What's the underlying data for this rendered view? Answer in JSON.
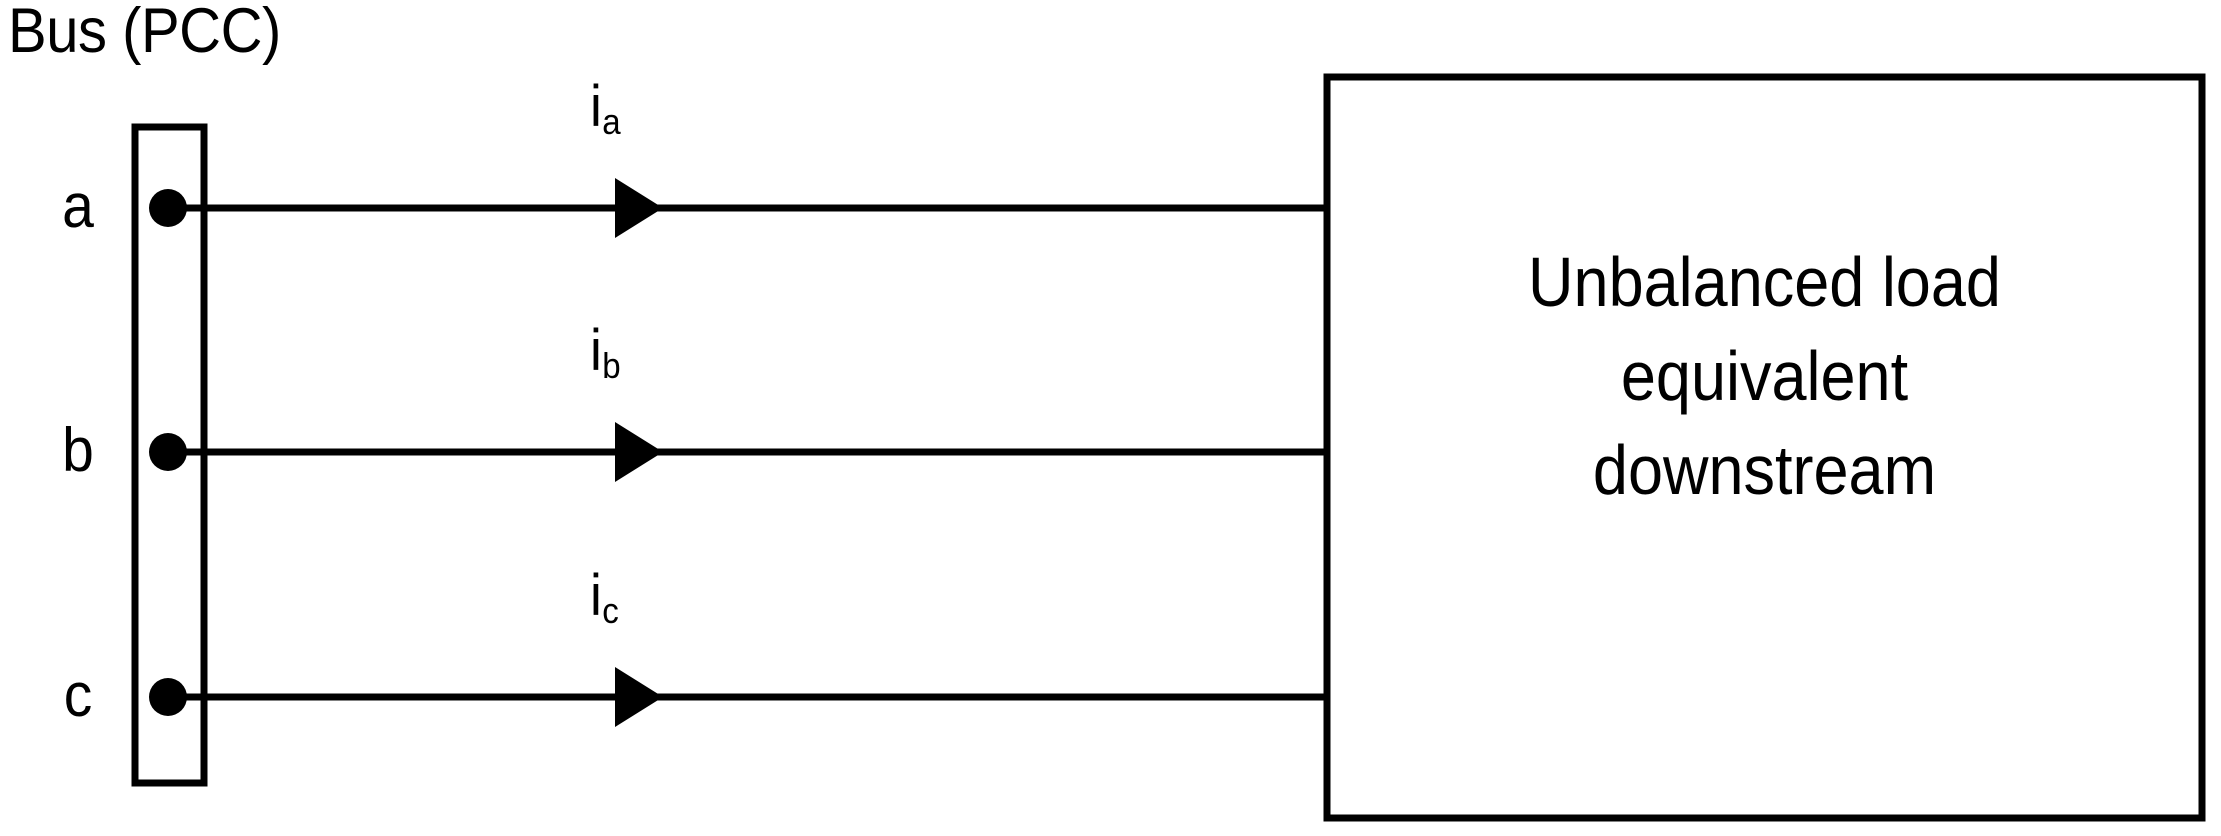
{
  "diagram": {
    "title_label": "Bus (PCC)",
    "bus": {
      "name": "bus-bar",
      "phases": [
        {
          "id": "a",
          "label": "a",
          "current_label_base": "i",
          "current_label_sub": "a"
        },
        {
          "id": "b",
          "label": "b",
          "current_label_base": "i",
          "current_label_sub": "b"
        },
        {
          "id": "c",
          "label": "c",
          "current_label_base": "i",
          "current_label_sub": "c"
        }
      ]
    },
    "load_box": {
      "line1": "Unbalanced load",
      "line2": "equivalent",
      "line3": "downstream"
    },
    "colors": {
      "stroke": "#000000",
      "background": "#ffffff",
      "text": "#000000"
    }
  }
}
